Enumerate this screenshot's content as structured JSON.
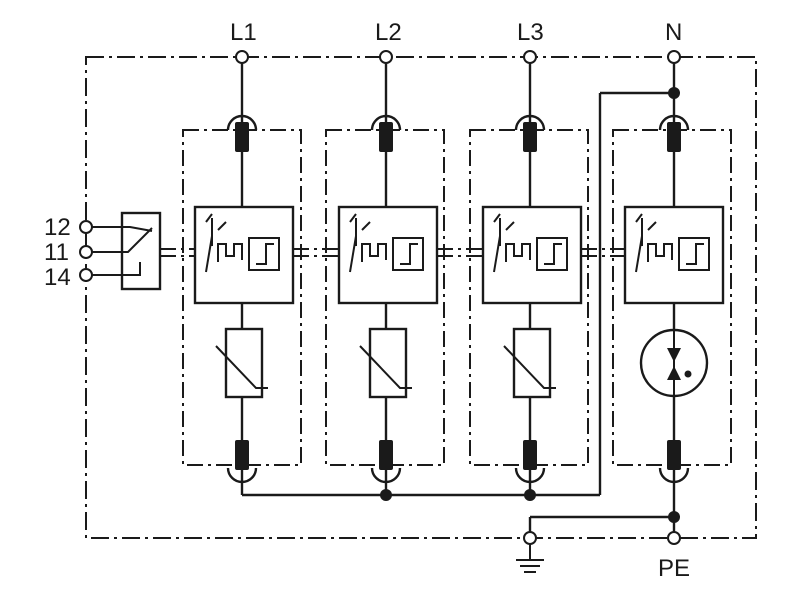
{
  "diagram": {
    "phase_labels": [
      "L1",
      "L2",
      "L3",
      "N"
    ],
    "remote_contact_labels": [
      "12",
      "11",
      "14"
    ],
    "pe_label": "PE",
    "module_kinds": [
      "varistor",
      "varistor",
      "varistor",
      "spark-gap"
    ],
    "icons": [
      "terminal-circle-icon",
      "fuse-icon",
      "disconnector-icon",
      "varistor-icon",
      "spark-gap-icon",
      "ground-icon",
      "junction-dot-icon",
      "changeover-contact-icon"
    ]
  }
}
